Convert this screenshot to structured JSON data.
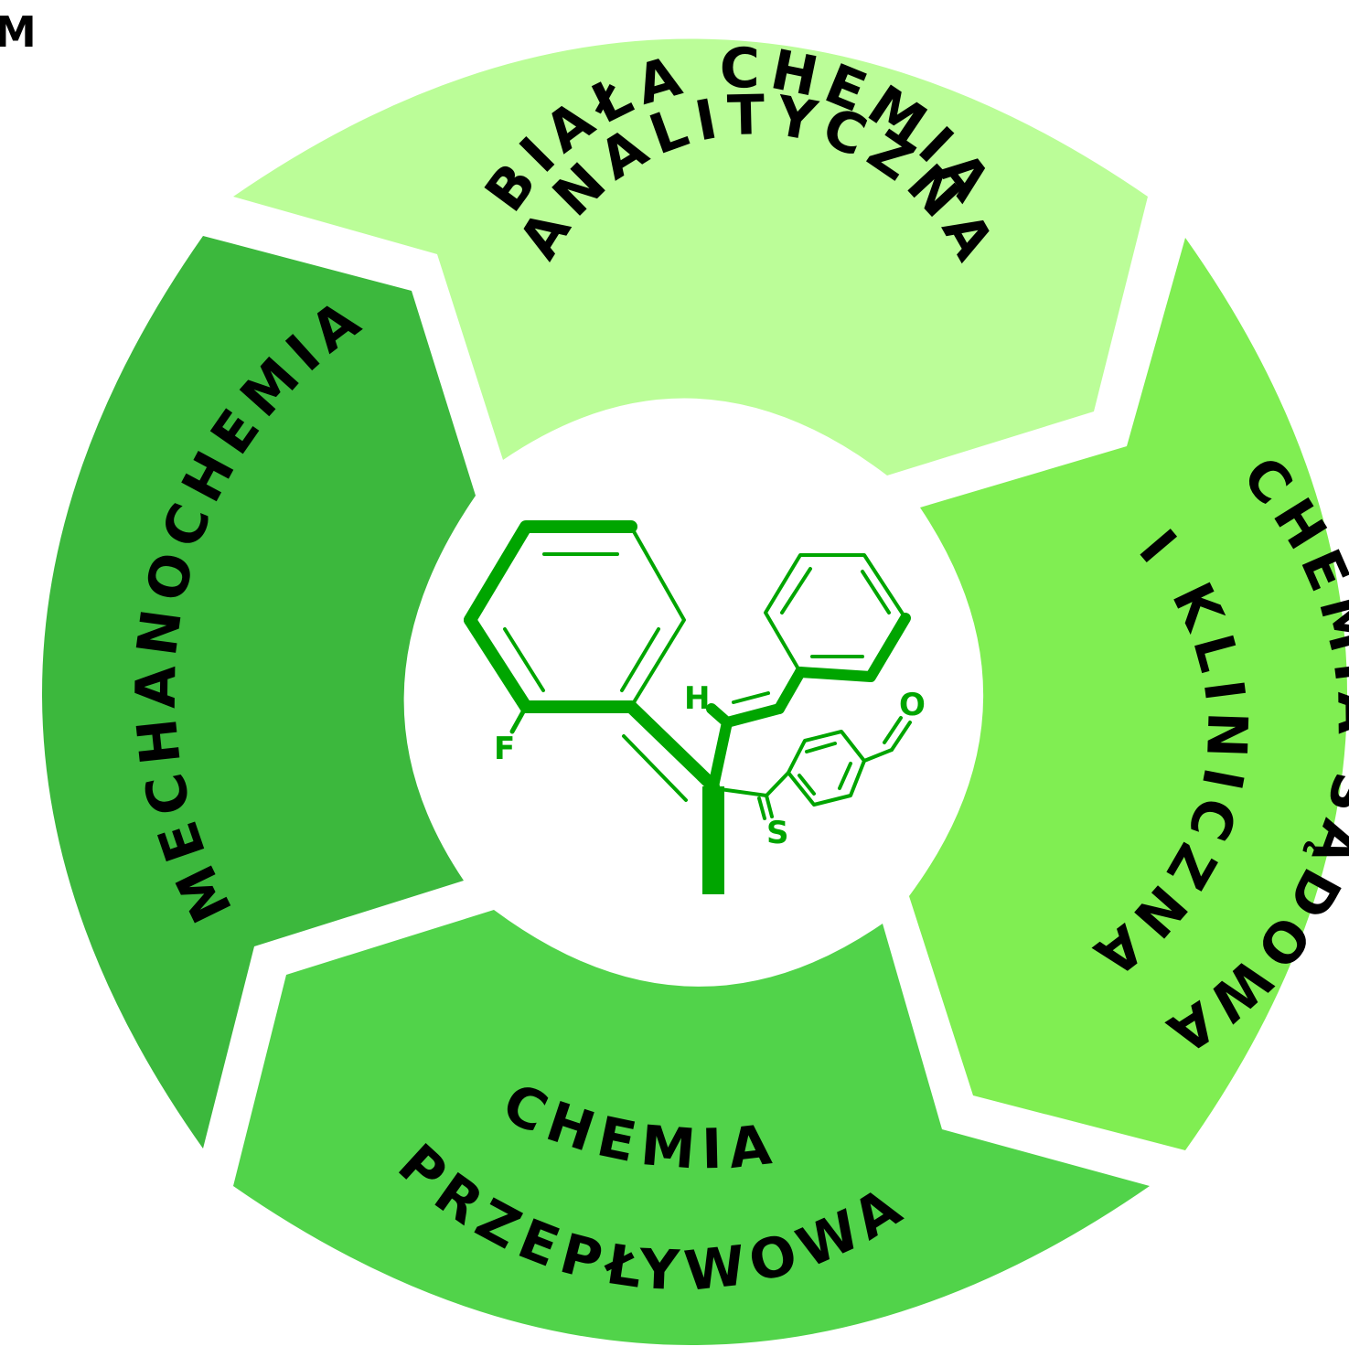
{
  "corner_mark": "M",
  "segments": [
    {
      "lines": [
        "BIAŁA CHEMIA",
        "ANALITYCZNA"
      ],
      "color": "#bbfd98"
    },
    {
      "lines": [
        "CHEMIA SĄDOWA",
        "I KLINICZNA"
      ],
      "color": "#80ee52"
    },
    {
      "lines": [
        "CHEMIA",
        "PRZEPŁYWOWA"
      ],
      "color": "#51d34a"
    },
    {
      "lines": [
        "MECHANOCHEMIA"
      ],
      "color": "#3cb83d"
    }
  ],
  "molecule": {
    "color": "#00a500",
    "atoms": {
      "fluorine": "F",
      "hydrogen": "H",
      "sulfur": "S",
      "oxygen": "O"
    }
  }
}
